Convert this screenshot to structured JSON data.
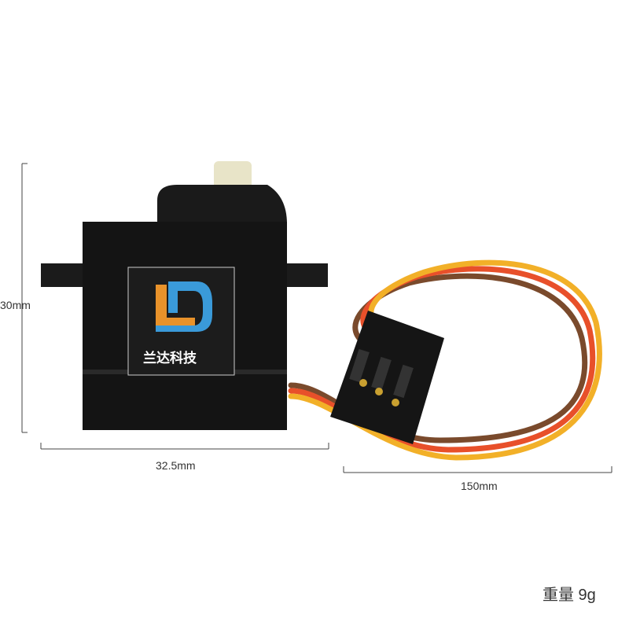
{
  "dimensions": {
    "height": "30mm",
    "width": "32.5mm",
    "cable_length": "150mm"
  },
  "weight": "重量 9g",
  "logo": {
    "text": "兰达科技",
    "colors": {
      "orange": "#e8922a",
      "blue": "#3a9ad9"
    }
  },
  "colors": {
    "body": "#141414",
    "horn": "#e8e4c8",
    "wire_brown": "#7a4a2c",
    "wire_red": "#e8502a",
    "wire_orange": "#f2b028"
  }
}
